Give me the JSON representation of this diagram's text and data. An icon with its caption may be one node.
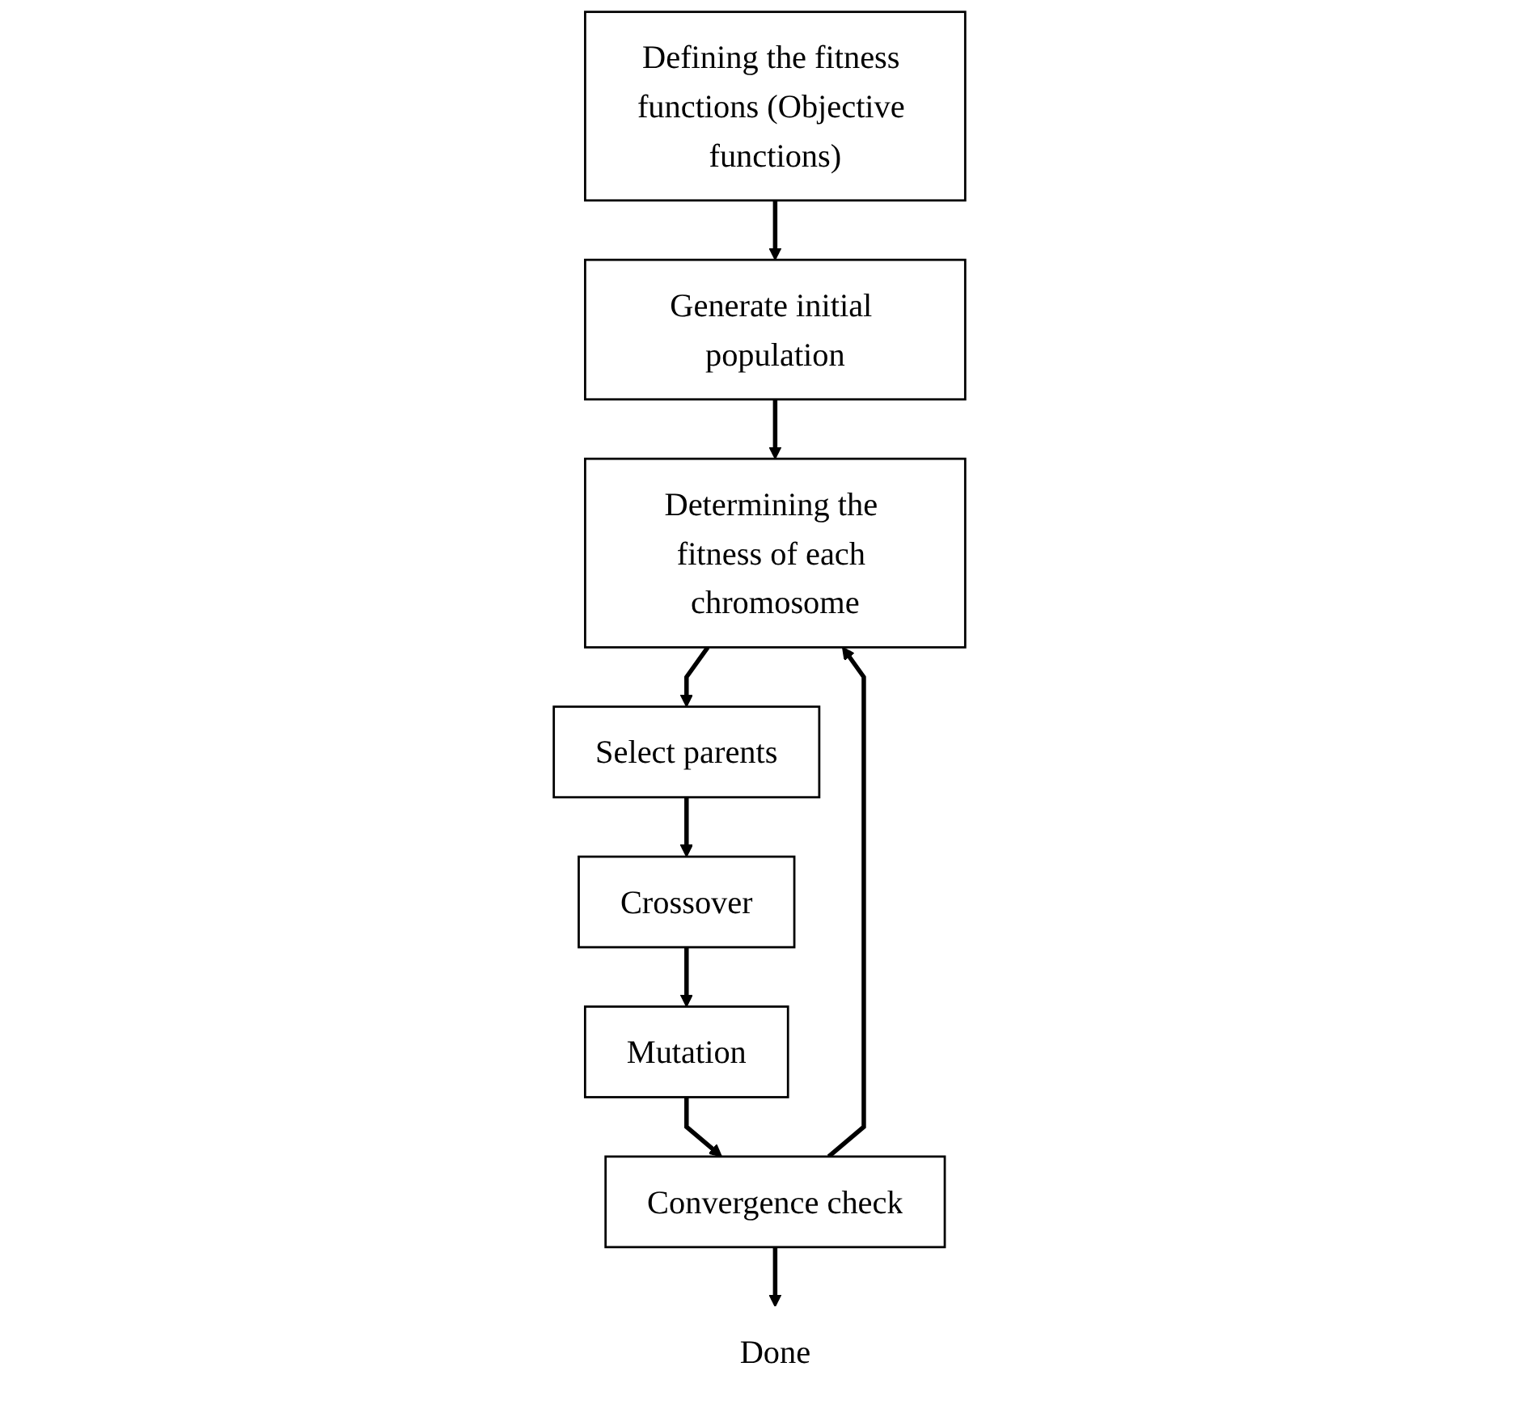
{
  "diagram": {
    "nodes": [
      {
        "text": [
          "Defining the fitness functions (Objective functions)"
        ]
      },
      {
        "text": [
          "Generate initial population"
        ]
      },
      {
        "text": [
          "Determining the fitness of each chromosome"
        ]
      },
      {
        "text": [
          "Select parents"
        ]
      },
      {
        "text": [
          "Crossover"
        ]
      },
      {
        "text": [
          "Mutation"
        ]
      },
      {
        "text": [
          "Convergence check"
        ]
      },
      {
        "text": [
          "Done"
        ]
      }
    ],
    "edges": [
      {
        "from": 0,
        "to": 1,
        "arrow": "to"
      },
      {
        "from": 1,
        "to": 2,
        "arrow": "to"
      },
      {
        "from": 2,
        "to": 3,
        "arrow": "to"
      },
      {
        "from": 3,
        "to": 4,
        "arrow": "to"
      },
      {
        "from": 4,
        "to": 5,
        "arrow": "to"
      },
      {
        "from": 5,
        "to": 6,
        "arrow": "to"
      },
      {
        "from": 6,
        "to": 2,
        "arrow": "to"
      },
      {
        "from": 6,
        "to": 7,
        "arrow": "to"
      }
    ]
  }
}
